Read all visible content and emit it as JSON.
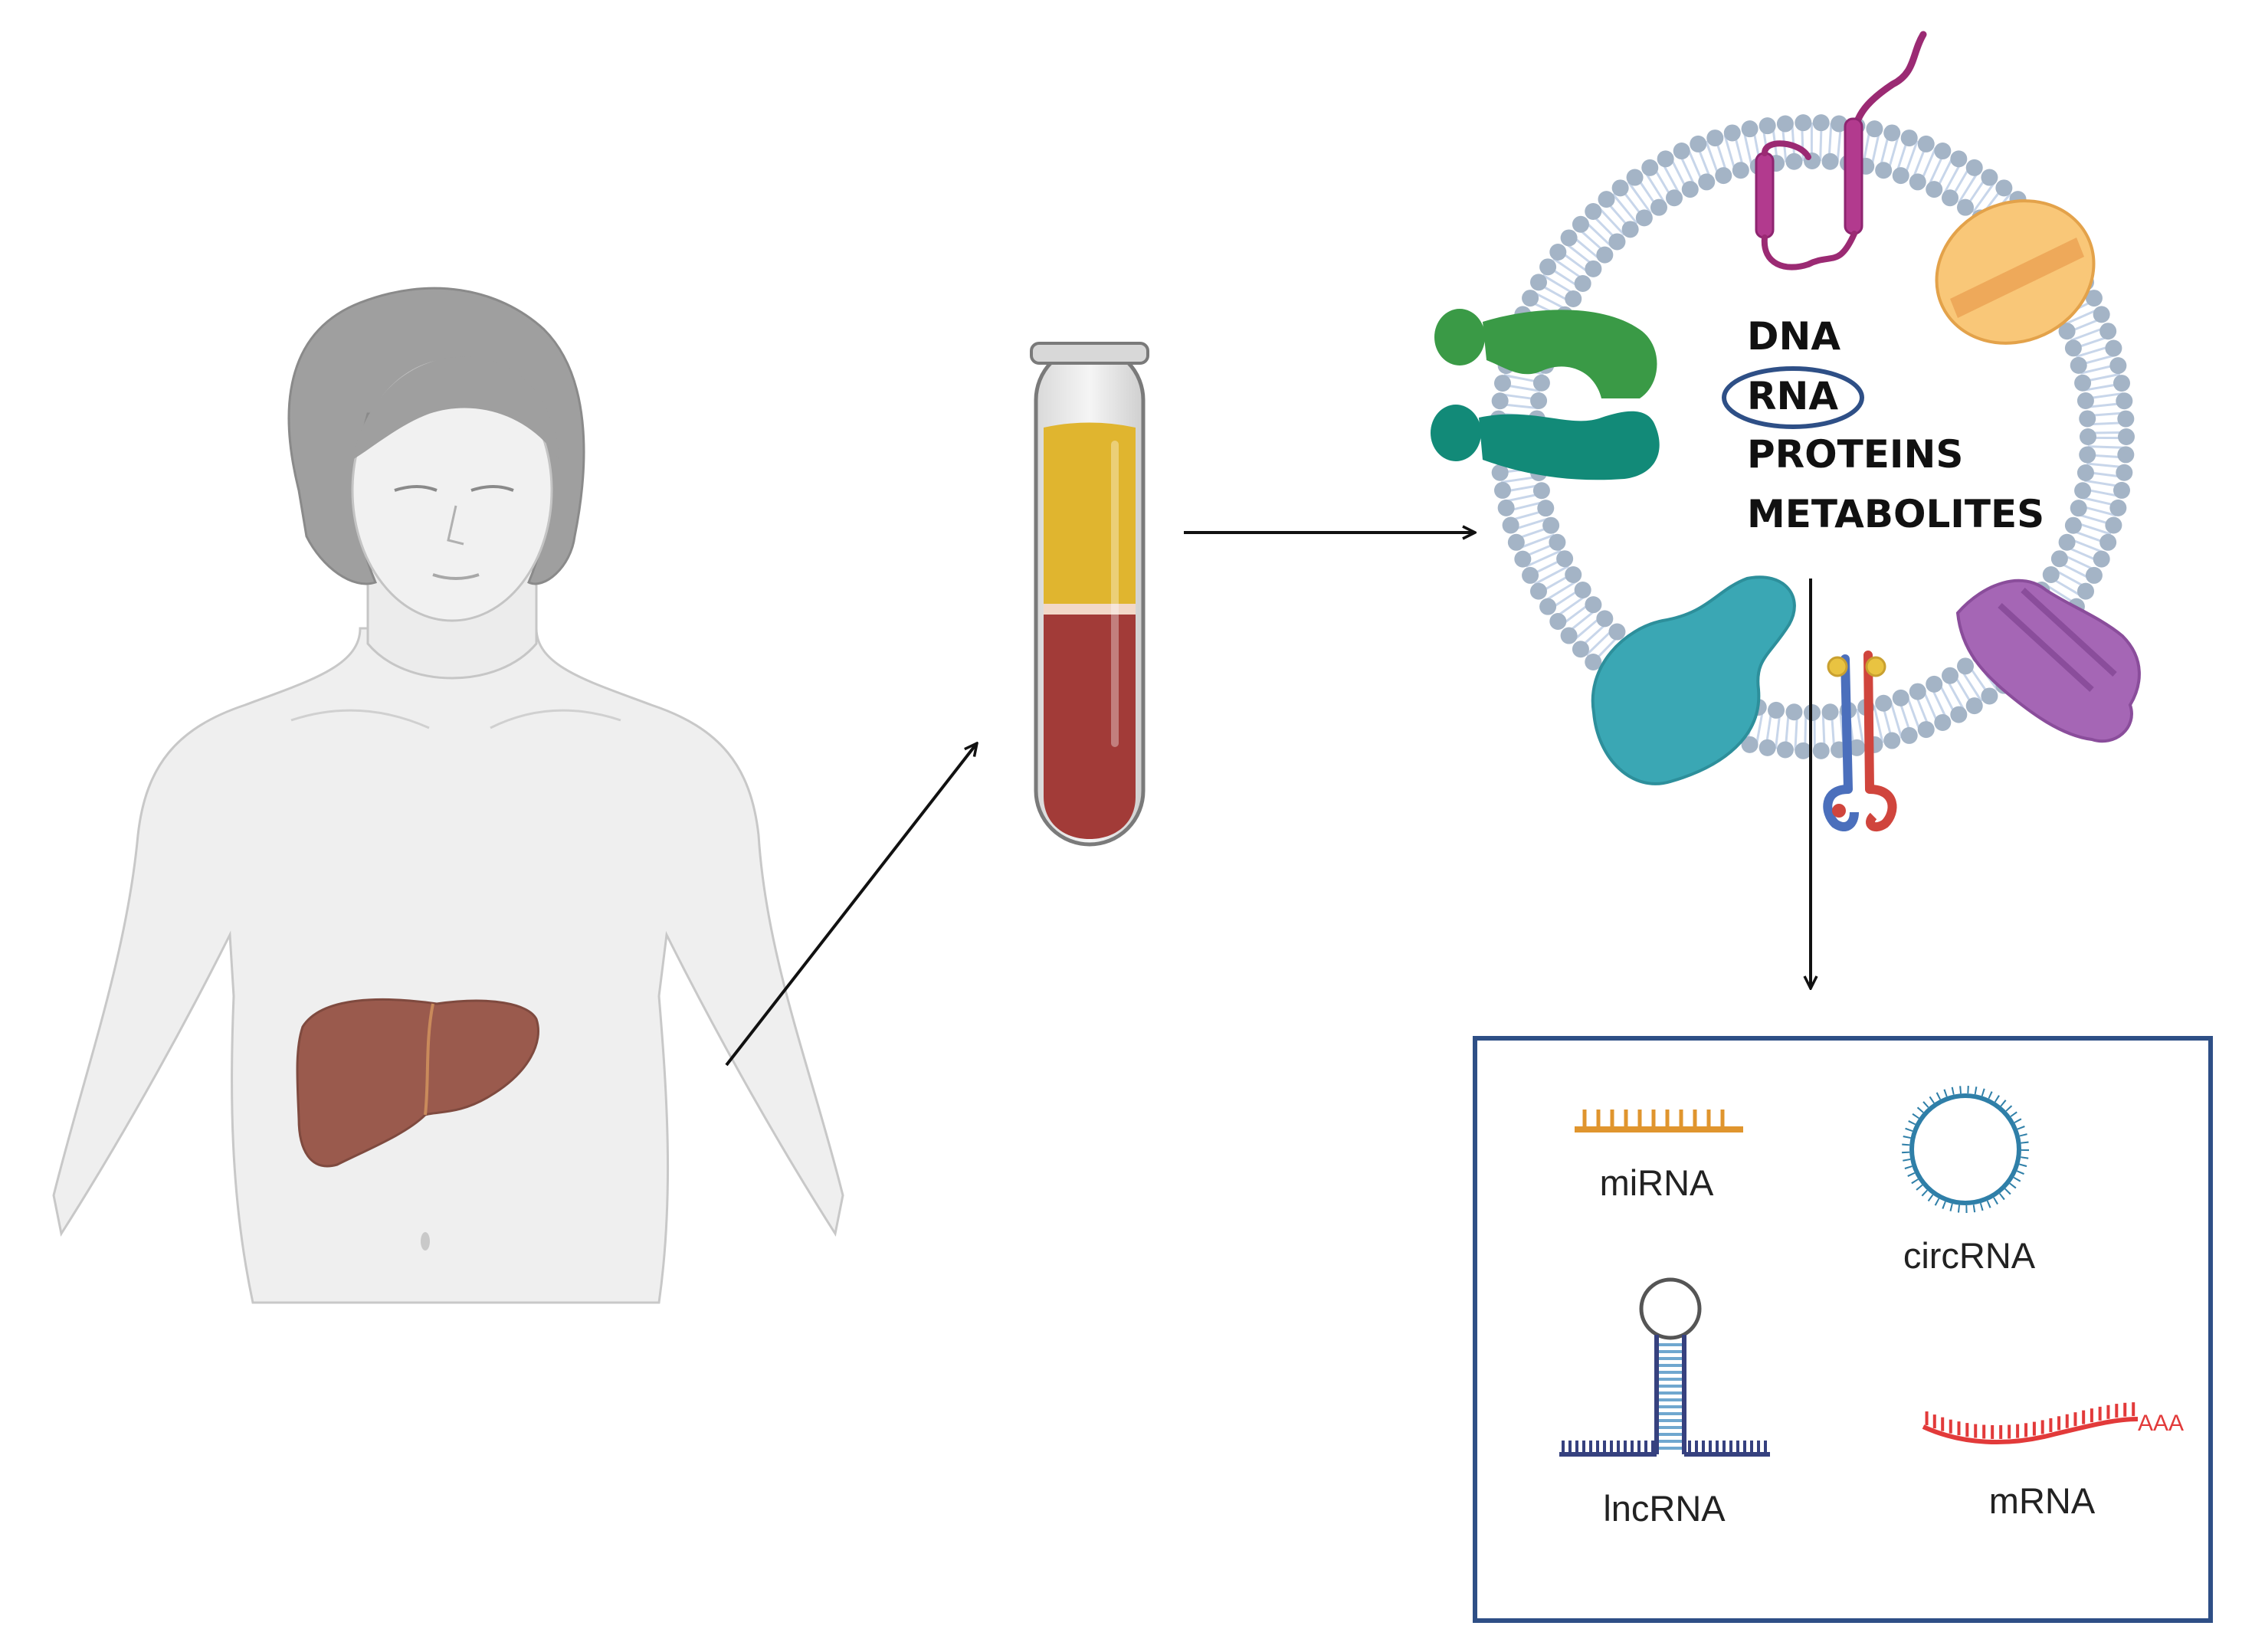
{
  "cargo": {
    "dna": "DNA",
    "rna": "RNA",
    "proteins": "PROTEINS",
    "metabolites": "METABOLITES"
  },
  "rna_types": {
    "mirna": "miRNA",
    "circrna": "circRNA",
    "lncrna": "lncRNA",
    "mrna": "mRNA",
    "polya": "AAA"
  },
  "colors": {
    "liver": "#9a5a4d",
    "plasma": "#e0b52f",
    "blood": "#a23b38",
    "membrane_bead": "#a4b4c6",
    "box_border": "#2e4f86",
    "mirna": "#e0952e",
    "circrna": "#2f7fa8",
    "lncrna": "#36417f",
    "mrna": "#e23a3a"
  }
}
